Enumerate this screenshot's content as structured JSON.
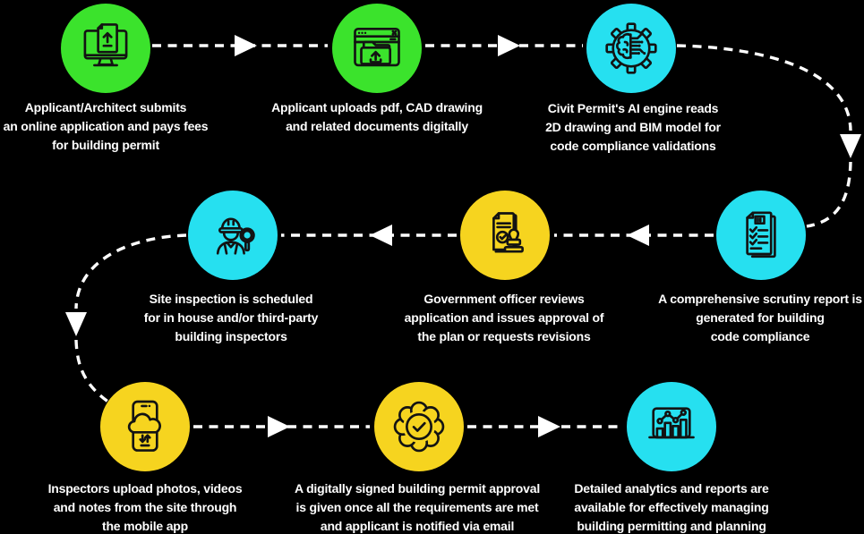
{
  "colors": {
    "background": "#000000",
    "green": "#3be32c",
    "cyan": "#26e0f0",
    "yellow": "#f6d41f",
    "text": "#ffffff",
    "connector": "#ffffff",
    "icon_stroke": "#131313"
  },
  "flow": {
    "type": "process-flowchart",
    "direction": "serpentine",
    "connector_style": "dashed-arrow"
  },
  "steps": [
    {
      "id": 1,
      "icon": "desktop-upload-icon",
      "color": "green",
      "lines": [
        "Applicant/Architect submits",
        "an online application and pays fees",
        "for building permit"
      ]
    },
    {
      "id": 2,
      "icon": "browser-upload-icon",
      "color": "green",
      "lines": [
        "Applicant uploads pdf, CAD drawing",
        "and related documents digitally"
      ]
    },
    {
      "id": 3,
      "icon": "ai-gear-brain-icon",
      "color": "cyan",
      "lines": [
        "Civit Permit's AI engine reads",
        "2D drawing and BIM model for",
        "code compliance validations"
      ]
    },
    {
      "id": 4,
      "icon": "scrutiny-report-icon",
      "color": "cyan",
      "lines": [
        "A comprehensive scrutiny report is",
        "generated for building",
        "code compliance"
      ]
    },
    {
      "id": 5,
      "icon": "document-stamp-icon",
      "color": "yellow",
      "lines": [
        "Government officer reviews",
        "application and issues approval of",
        "the plan or requests revisions"
      ]
    },
    {
      "id": 6,
      "icon": "site-inspector-icon",
      "color": "cyan",
      "lines": [
        "Site inspection is scheduled",
        "for in house and/or third-party",
        "building inspectors"
      ]
    },
    {
      "id": 7,
      "icon": "mobile-cloud-upload-icon",
      "color": "yellow",
      "lines": [
        "Inspectors upload photos, videos",
        "and notes from the site through",
        "the mobile app"
      ]
    },
    {
      "id": 8,
      "icon": "approval-badge-icon",
      "color": "yellow",
      "lines": [
        "A digitally signed building permit approval",
        "is given once all the requirements are met",
        "and applicant is notified via email"
      ]
    },
    {
      "id": 9,
      "icon": "analytics-report-icon",
      "color": "cyan",
      "lines": [
        "Detailed analytics and reports are",
        "available for effectively managing",
        "building permitting and planning"
      ]
    }
  ]
}
